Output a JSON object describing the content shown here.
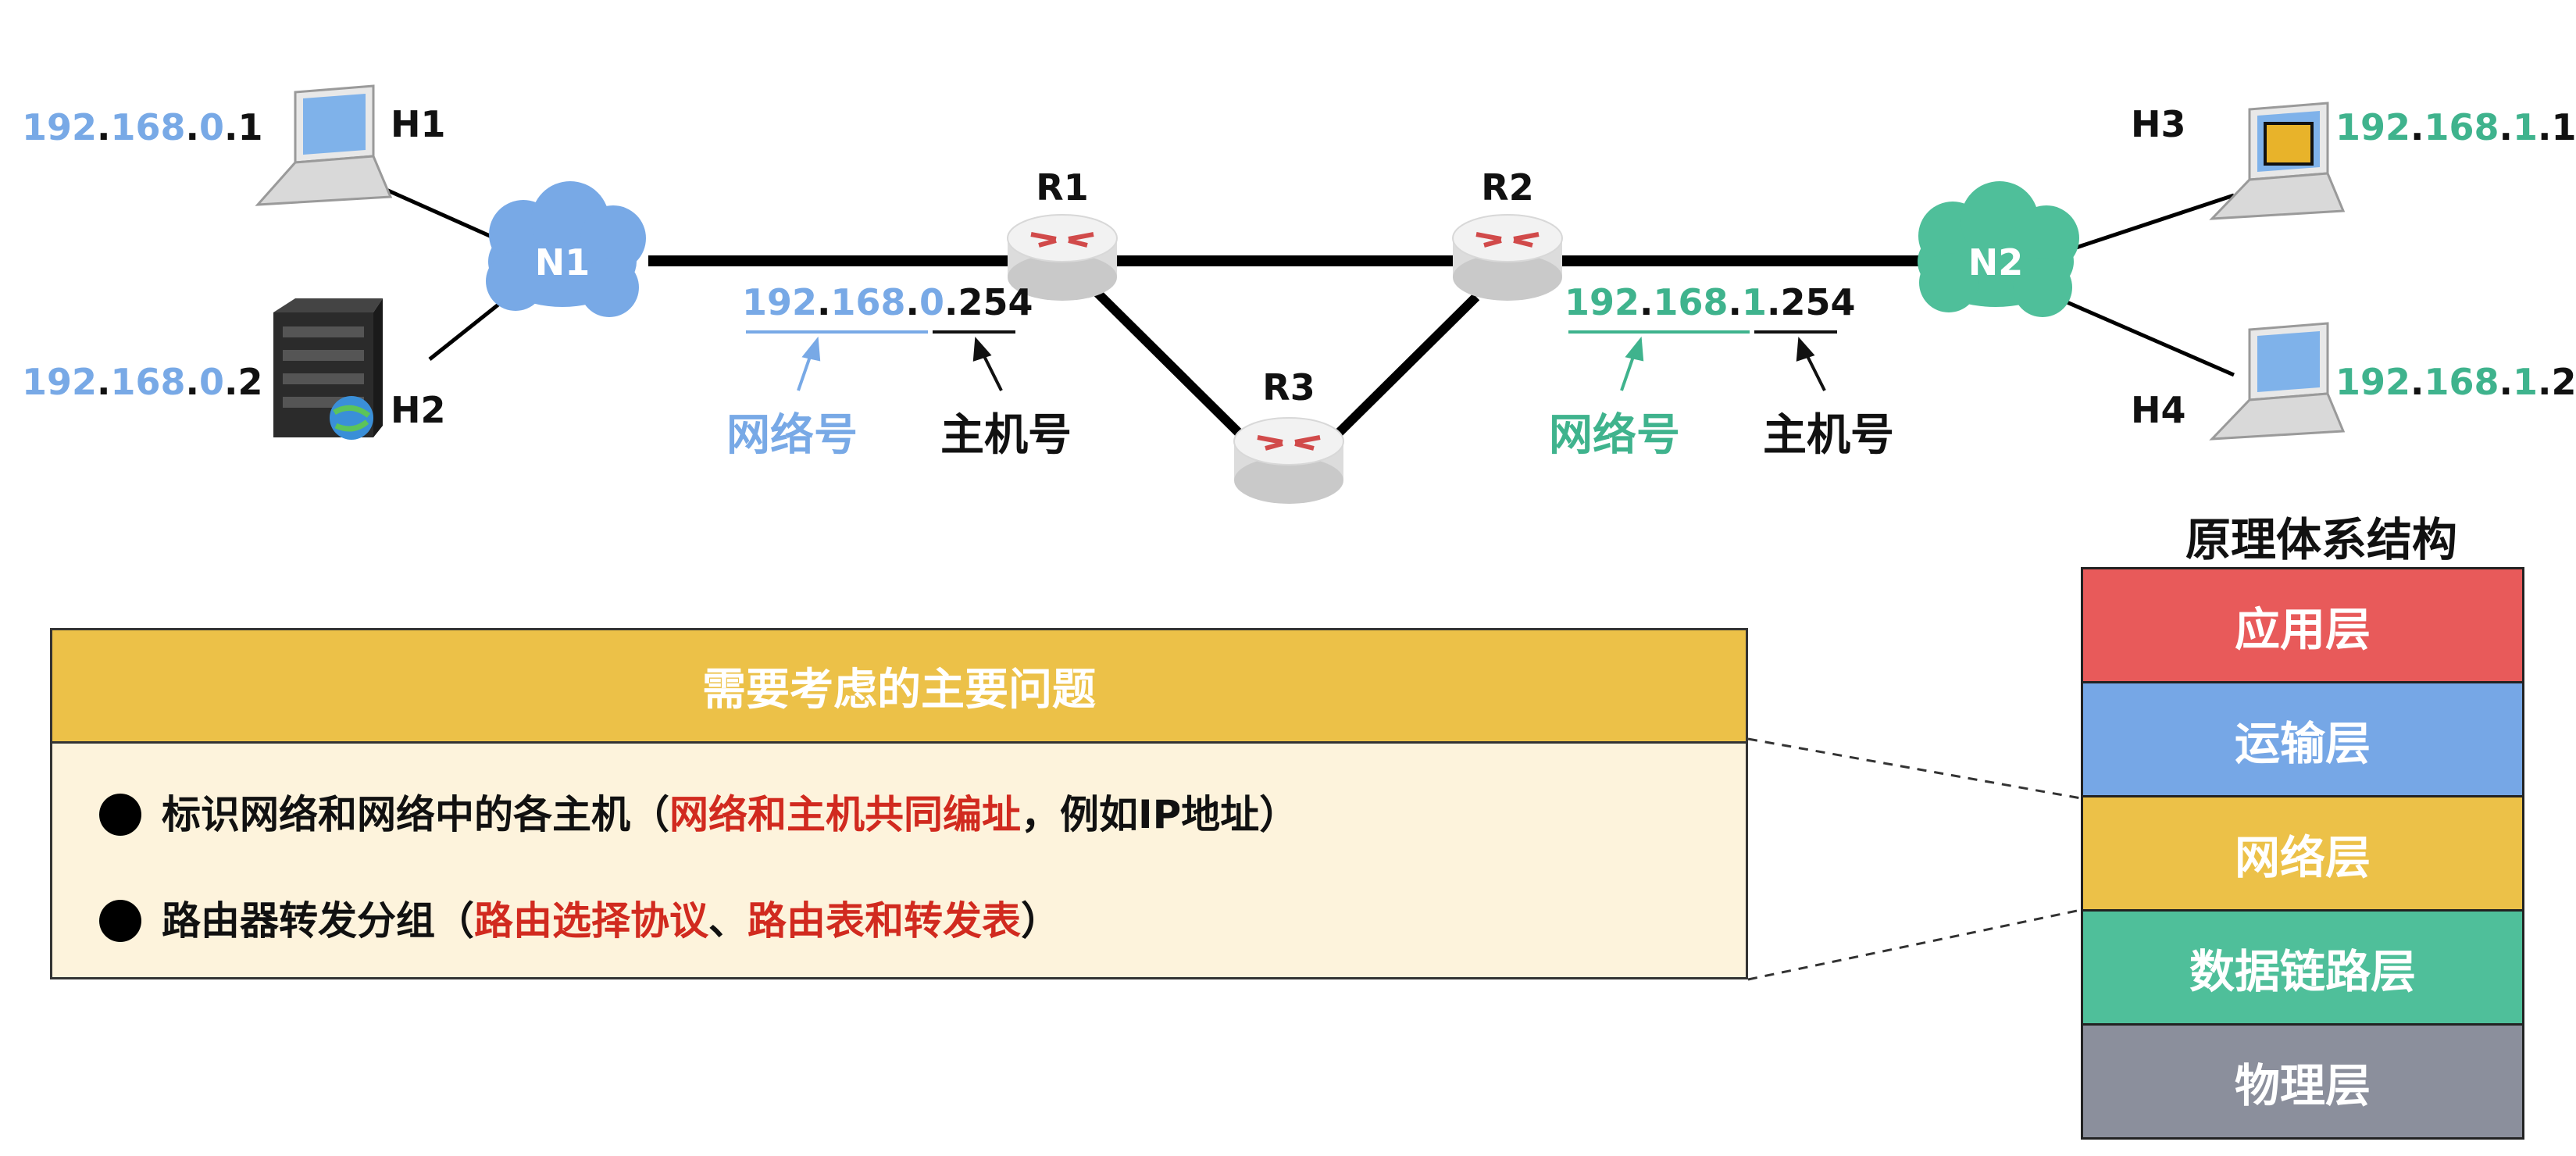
{
  "colors": {
    "blue": "#78a9e6",
    "green": "#3fb38d",
    "red": "#d12a1f",
    "gold": "#ecc148",
    "dark": "#111111"
  },
  "network": {
    "n1": "N1",
    "n2": "N2",
    "r1": "R1",
    "r2": "R2",
    "r3": "R3",
    "h1": "H1",
    "h2": "H2",
    "h3": "H3",
    "h4": "H4",
    "h1_ip": {
      "a": "192",
      "d1": ".",
      "b": "168",
      "d2": ".",
      "c": "0",
      "d3": ".",
      "d": "1"
    },
    "h2_ip": {
      "a": "192",
      "d1": ".",
      "b": "168",
      "d2": ".",
      "c": "0",
      "d3": ".",
      "d": "2"
    },
    "h3_ip": {
      "a": "192",
      "d1": ".",
      "b": "168",
      "d2": ".",
      "c": "1",
      "d3": ".",
      "d": "1"
    },
    "h4_ip": {
      "a": "192",
      "d1": ".",
      "b": "168",
      "d2": ".",
      "c": "1",
      "d3": ".",
      "d": "2"
    },
    "r1_ip": {
      "a": "192",
      "d1": ".",
      "b": "168",
      "d2": ".",
      "c": "0",
      "d3": ".",
      "d": "254"
    },
    "r2_ip": {
      "a": "192",
      "d1": ".",
      "b": "168",
      "d2": ".",
      "c": "1",
      "d3": ".",
      "d": "254"
    },
    "net_label_left": "网络号",
    "host_label_left": "主机号",
    "net_label_right": "网络号",
    "host_label_right": "主机号"
  },
  "issues": {
    "title": "需要考虑的主要问题",
    "line1_pre": "标识网络和网络中的各主机（",
    "line1_red": "网络和主机共同编址",
    "line1_post": "，例如IP地址）",
    "line2_pre": "路由器转发分组（",
    "line2_red1": "路由选择协议",
    "line2_mid": "、",
    "line2_red2": "路由表和转发表",
    "line2_post": "）"
  },
  "architecture": {
    "title": "原理体系结构",
    "layers": [
      {
        "name": "应用层",
        "color": "#e85a5a"
      },
      {
        "name": "运输层",
        "color": "#76a7e6"
      },
      {
        "name": "网络层",
        "color": "#ecc148"
      },
      {
        "name": "数据链路层",
        "color": "#4fbf9a"
      },
      {
        "name": "物理层",
        "color": "#8b8f9c"
      }
    ]
  }
}
